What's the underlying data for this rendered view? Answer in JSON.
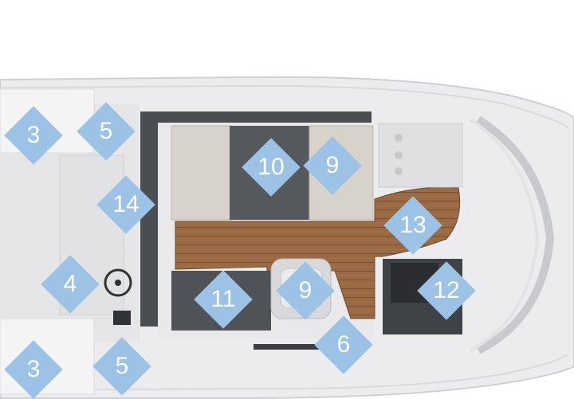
{
  "diagram": {
    "colors": {
      "marker": "#9cc3e6",
      "marker_text": "#ffffff",
      "hull": "#ececee",
      "hull_edge": "#d2d3d6",
      "teak": "#9a6a45",
      "teak_line": "#7e5433",
      "upholstery": "#cfcbc2",
      "dark_panel": "#55585d"
    },
    "markers": [
      {
        "label": "3"
      },
      {
        "label": "5"
      },
      {
        "label": "10"
      },
      {
        "label": "9"
      },
      {
        "label": "14"
      },
      {
        "label": "13"
      },
      {
        "label": "4"
      },
      {
        "label": "11"
      },
      {
        "label": "9"
      },
      {
        "label": "12"
      },
      {
        "label": "6"
      },
      {
        "label": "3"
      },
      {
        "label": "5"
      }
    ]
  }
}
